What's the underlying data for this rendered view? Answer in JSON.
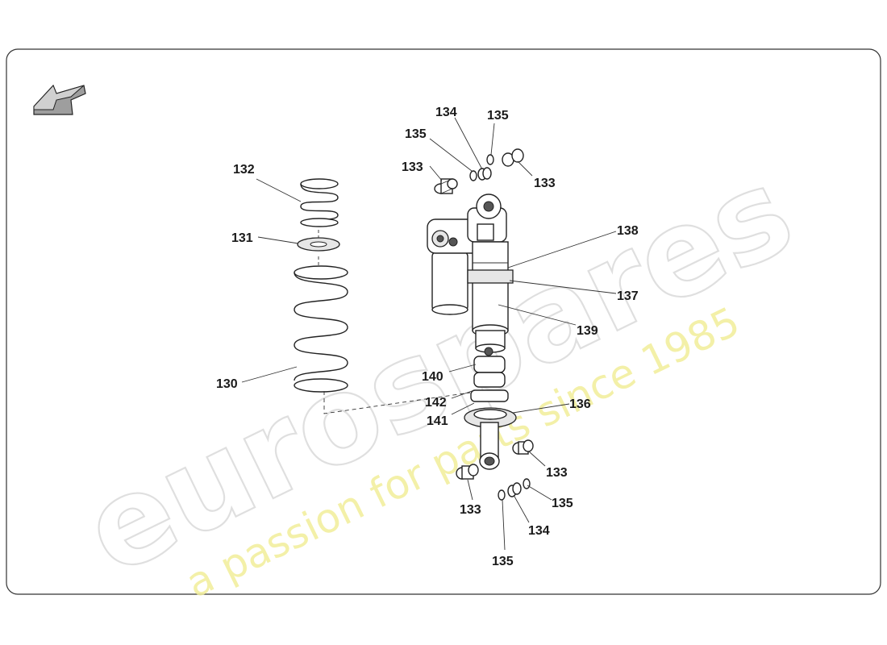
{
  "watermark": {
    "brand": "eurospares",
    "tagline": "a passion for parts since 1985"
  },
  "navigation": {
    "back_arrow_icon": "back-arrow-icon"
  },
  "callouts": [
    {
      "id": "c132",
      "label": "132"
    },
    {
      "id": "c131",
      "label": "131"
    },
    {
      "id": "c130",
      "label": "130"
    },
    {
      "id": "c134t",
      "label": "134"
    },
    {
      "id": "c135t1",
      "label": "135"
    },
    {
      "id": "c135t2",
      "label": "135"
    },
    {
      "id": "c133t1",
      "label": "133"
    },
    {
      "id": "c133t2",
      "label": "133"
    },
    {
      "id": "c138",
      "label": "138"
    },
    {
      "id": "c137",
      "label": "137"
    },
    {
      "id": "c139",
      "label": "139"
    },
    {
      "id": "c140",
      "label": "140"
    },
    {
      "id": "c142",
      "label": "142"
    },
    {
      "id": "c141",
      "label": "141"
    },
    {
      "id": "c136",
      "label": "136"
    },
    {
      "id": "c133b1",
      "label": "133"
    },
    {
      "id": "c133b2",
      "label": "133"
    },
    {
      "id": "c135b1",
      "label": "135"
    },
    {
      "id": "c134b",
      "label": "134"
    },
    {
      "id": "c135b2",
      "label": "135"
    }
  ]
}
